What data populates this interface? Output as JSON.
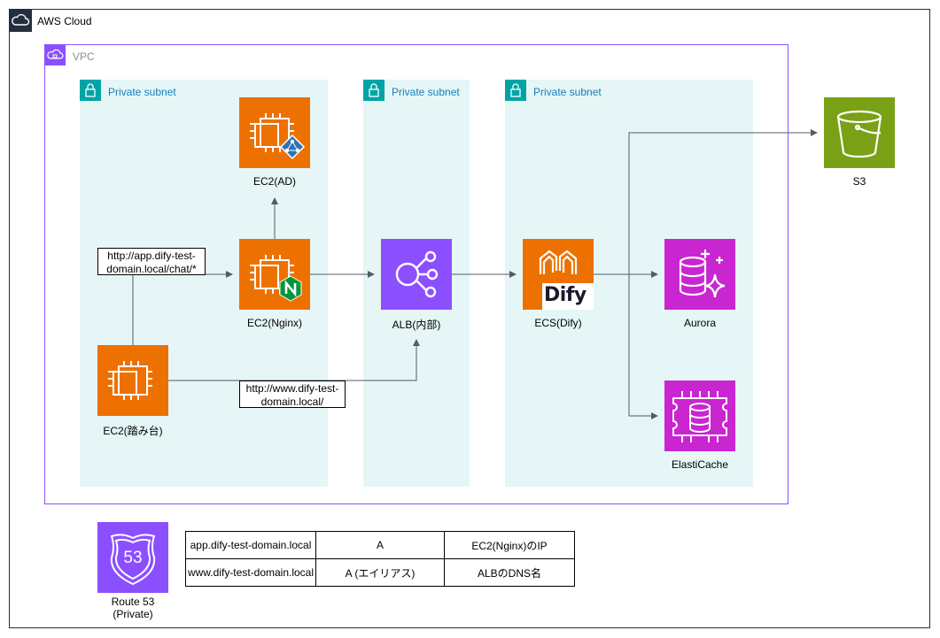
{
  "cloud": {
    "label": "AWS Cloud"
  },
  "vpc": {
    "label": "VPC"
  },
  "subnets": [
    {
      "label": "Private subnet"
    },
    {
      "label": "Private subnet"
    },
    {
      "label": "Private subnet"
    }
  ],
  "nodes": {
    "ec2_ad": {
      "label": "EC2(AD)"
    },
    "ec2_nginx": {
      "label": "EC2(Nginx)"
    },
    "ec2_bastion": {
      "label": "EC2(踏み台)"
    },
    "alb": {
      "label": "ALB(内部)"
    },
    "ecs": {
      "label": "ECS(Dify)",
      "badge": "Dify"
    },
    "aurora": {
      "label": "Aurora"
    },
    "elasticache": {
      "label": "ElastiCache"
    },
    "s3": {
      "label": "S3"
    },
    "route53": {
      "label": "Route 53\n(Private)",
      "badge": "53"
    }
  },
  "url_labels": {
    "app": "http://app.dify-test-domain.local/chat/*",
    "www": "http://www.dify-test-domain.local/"
  },
  "dns_records": [
    {
      "name": "app.dify-test-domain.local",
      "type": "A",
      "target": "EC2(Nginx)のIP"
    },
    {
      "name": "www.dify-test-domain.local",
      "type": "A (エイリアス)",
      "target": "ALBのDNS名"
    }
  ],
  "colors": {
    "compute": "#ed7100",
    "network": "#8c4fff",
    "database": "#c925d1",
    "storage": "#7aa116",
    "subnet_fill": "#e6f6f7",
    "subnet_accent": "#00a4a6"
  }
}
